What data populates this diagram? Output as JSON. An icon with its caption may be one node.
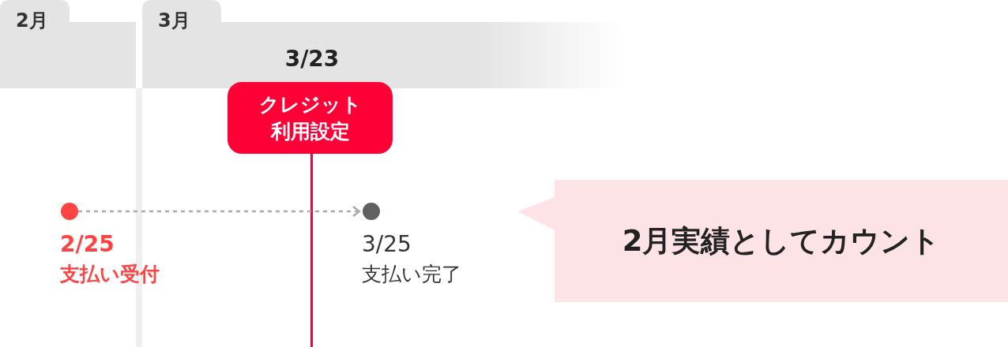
{
  "diagram": {
    "nodes": [
      {
        "text": [
          "2月"
        ]
      },
      {
        "text": [
          "3月",
          "3/23"
        ]
      },
      {
        "text": [
          "クレジット利用設定"
        ]
      },
      {
        "text": [],
        "shape": "circle",
        "beside": [
          "2/25",
          "支払い受付"
        ]
      },
      {
        "text": [],
        "shape": "circle",
        "beside": [
          "3/25",
          "支払い完了"
        ]
      },
      {
        "text": [
          "2月実績としてカウント"
        ]
      }
    ],
    "edges": [
      {
        "from": 3,
        "to": 4,
        "arrow": "to",
        "style": "dashed"
      }
    ]
  }
}
